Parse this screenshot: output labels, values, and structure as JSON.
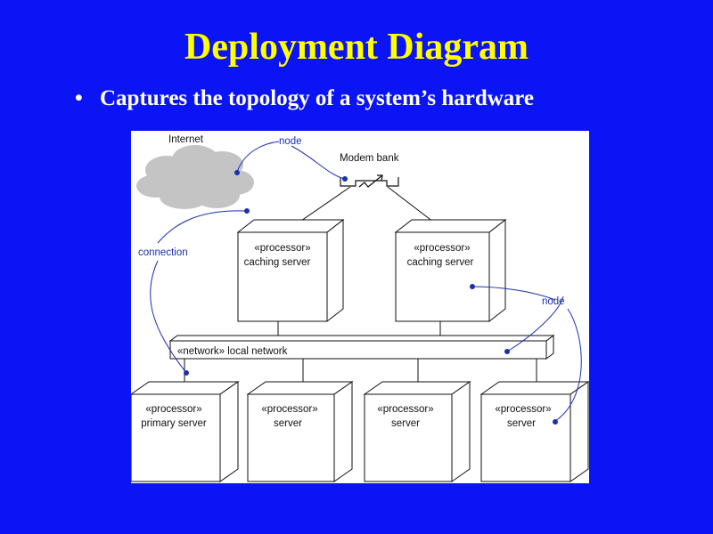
{
  "slide": {
    "title": "Deployment Diagram",
    "bullet": "Captures the topology of a system’s hardware",
    "bullet_symbol": "•"
  },
  "colors": {
    "background": "#0a14f5",
    "title": "#ffff00",
    "bullet_text": "#ffffff",
    "annotation": "#1a2fb0",
    "cloud": "#c4c4c4"
  },
  "diagram": {
    "cloud_label": "Internet",
    "modem_label": "Modem bank",
    "annotations": {
      "node_top": "node",
      "node_right": "node",
      "connection": "connection"
    },
    "network_label": "«network» local network",
    "caching_servers": [
      {
        "stereotype": "«processor»",
        "name": "caching server"
      },
      {
        "stereotype": "«processor»",
        "name": "caching server"
      }
    ],
    "servers": [
      {
        "stereotype": "«processor»",
        "name": "primary server"
      },
      {
        "stereotype": "«processor»",
        "name": "server"
      },
      {
        "stereotype": "«processor»",
        "name": "server"
      },
      {
        "stereotype": "«processor»",
        "name": "server"
      }
    ]
  }
}
